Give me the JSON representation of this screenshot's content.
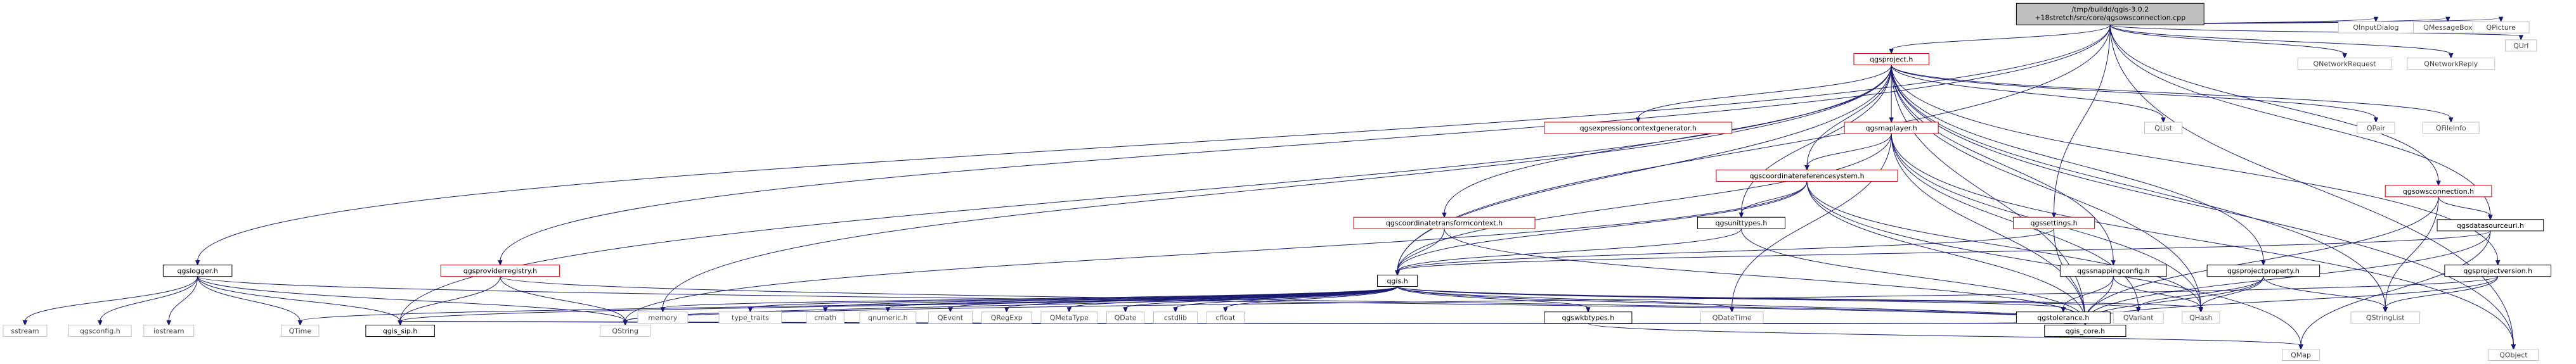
{
  "diagram": {
    "root": {
      "line1": "/tmp/buildd/qgis-3.0.2",
      "line2": "+18stretch/src/core/qgsowsconnection.cpp"
    },
    "nodes": {
      "qgsproject": "qgsproject.h",
      "qgslogger": "qgslogger.h",
      "qgsproviderregistry": "qgsproviderregistry.h",
      "qgis": "qgis.h",
      "qgsexpressioncontextgenerator": "qgsexpressioncontextgenerator.h",
      "qgsmaplayer": "qgsmaplayer.h",
      "qgscoordinatereferencesystem": "qgscoordinatereferencesystem.h",
      "qgscoordinatetransformcontext": "qgscoordinatetransformcontext.h",
      "qgsunittypes": "qgsunittypes.h",
      "qgssettings": "qgssettings.h",
      "qgssnappingconfig": "qgssnappingconfig.h",
      "qgsprojectproperty": "qgsprojectproperty.h",
      "qgsprojectversion": "qgsprojectversion.h",
      "qgsowsconnection": "qgsowsconnection.h",
      "qgsdatasourceuri": "qgsdatasourceuri.h",
      "qgswkbtypes": "qgswkbtypes.h",
      "qgstolerance": "qgstolerance.h",
      "qgis_sip": "qgis_sip.h",
      "qgis_core": "qgis_core.h",
      "QList": "QList",
      "QPair": "QPair",
      "QFileInfo": "QFileInfo",
      "QInputDialog": "QInputDialog",
      "QMessageBox": "QMessageBox",
      "QPicture": "QPicture",
      "QUrl": "QUrl",
      "QNetworkRequest": "QNetworkRequest",
      "QNetworkReply": "QNetworkReply",
      "QStringList": "QStringList",
      "QObject": "QObject",
      "QMap": "QMap",
      "QHash": "QHash",
      "QVariant": "QVariant",
      "QDateTime": "QDateTime",
      "QString": "QString",
      "QTime": "QTime",
      "memory": "memory",
      "type_traits": "type_traits",
      "cmath": "cmath",
      "qnumeric": "qnumeric.h",
      "QEvent": "QEvent",
      "QRegExp": "QRegExp",
      "QMetaType": "QMetaType",
      "QDate": "QDate",
      "cstdlib": "cstdlib",
      "cfloat": "cfloat",
      "sstream": "sstream",
      "qgsconfig": "qgsconfig.h",
      "iostream": "iostream"
    }
  }
}
